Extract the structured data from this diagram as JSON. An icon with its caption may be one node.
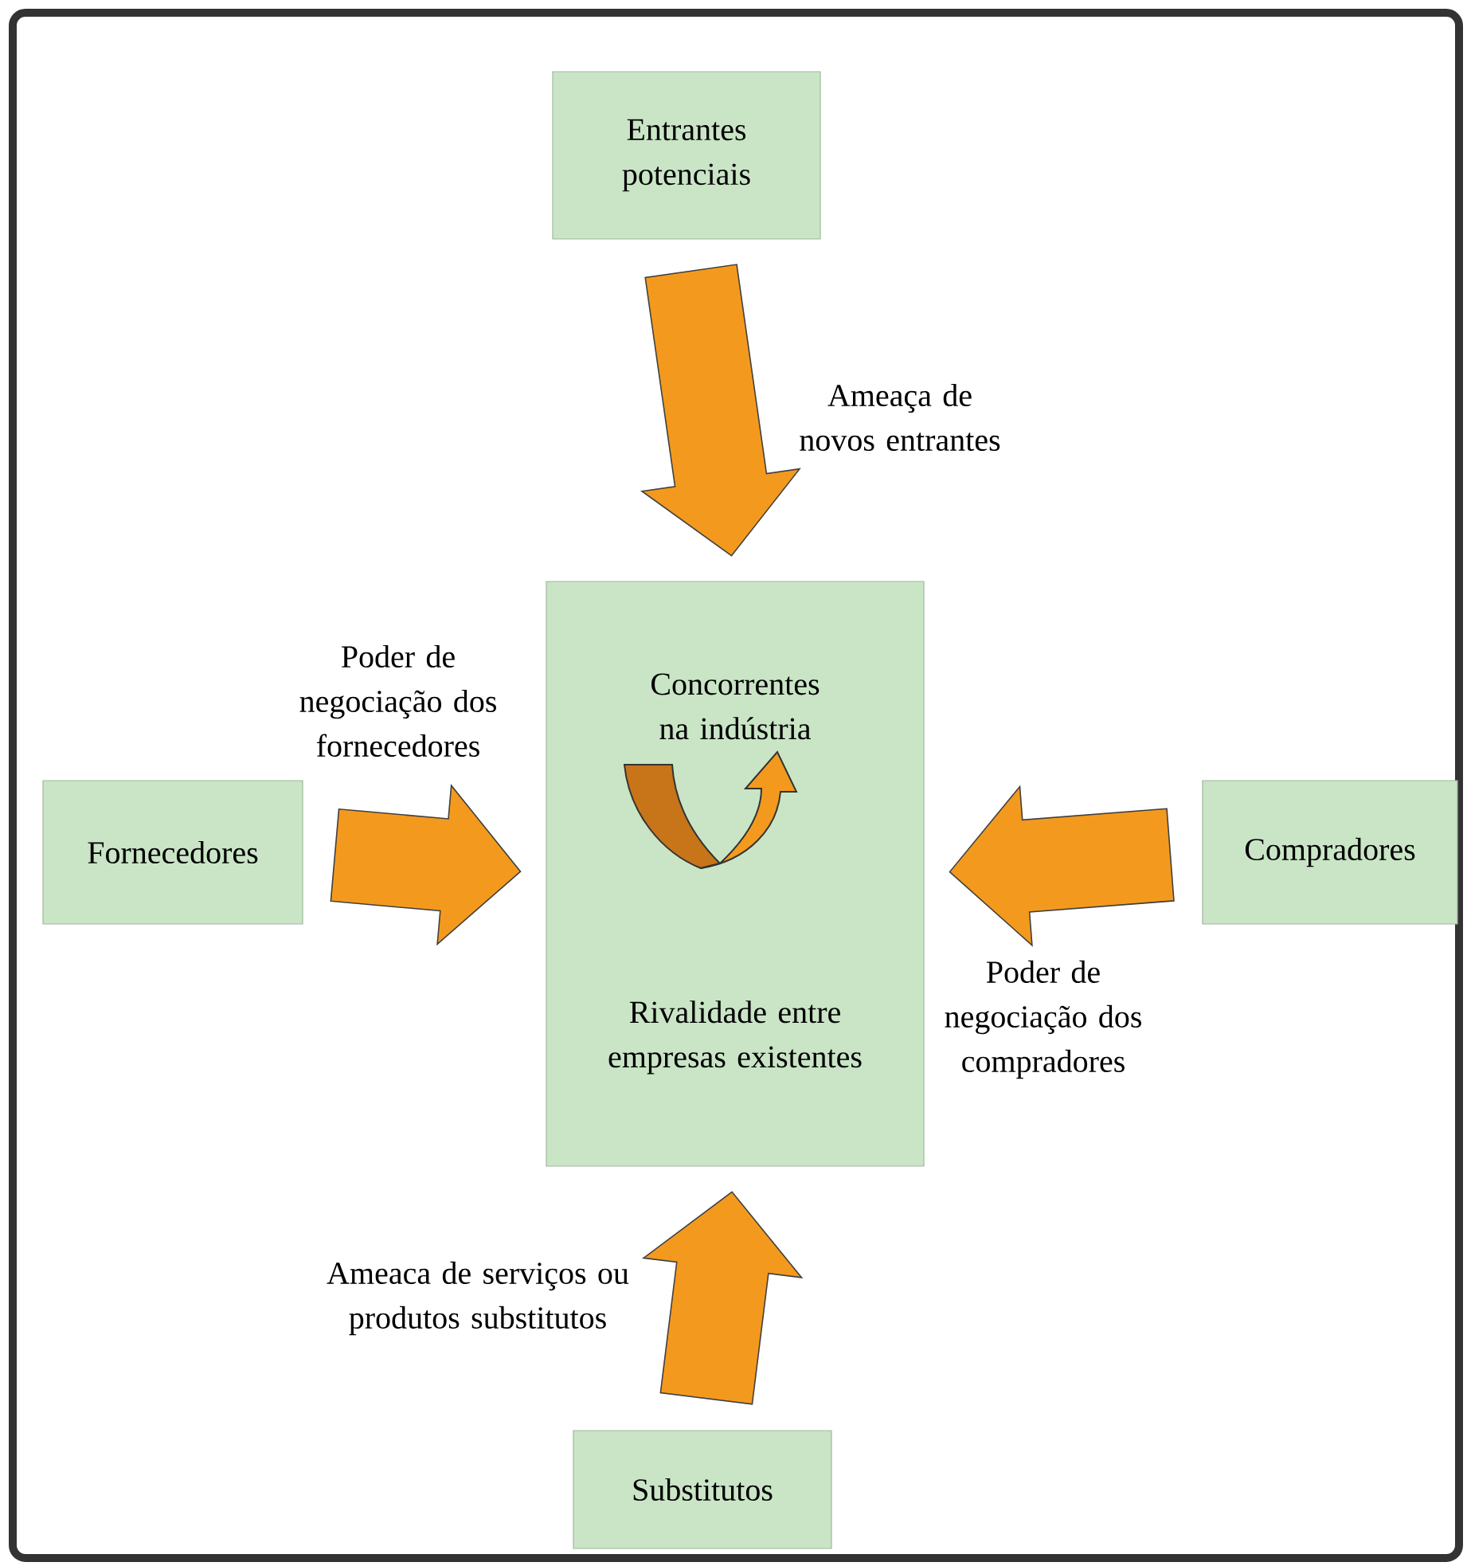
{
  "diagram": {
    "nodes": [
      {
        "text": [
          "Entrantes potenciais"
        ]
      },
      {
        "text": [
          "Fornecedores"
        ]
      },
      {
        "text": [
          "Concorrentes na indústria",
          "Rivalidade entre empresas existentes"
        ]
      },
      {
        "text": [
          "Compradores"
        ]
      },
      {
        "text": [
          "Substitutos"
        ]
      }
    ],
    "edges": [
      {
        "from": 0,
        "to": 2,
        "arrow": "to",
        "label": "Ameaça de novos entrantes"
      },
      {
        "from": 1,
        "to": 2,
        "arrow": "to",
        "label": "Poder de negociação dos fornecedores"
      },
      {
        "from": 3,
        "to": 2,
        "arrow": "to",
        "label": "Poder de negociação dos compradores"
      },
      {
        "from": 4,
        "to": 2,
        "arrow": "to",
        "label": "Ameaca de serviços ou produtos substitutos"
      }
    ]
  }
}
